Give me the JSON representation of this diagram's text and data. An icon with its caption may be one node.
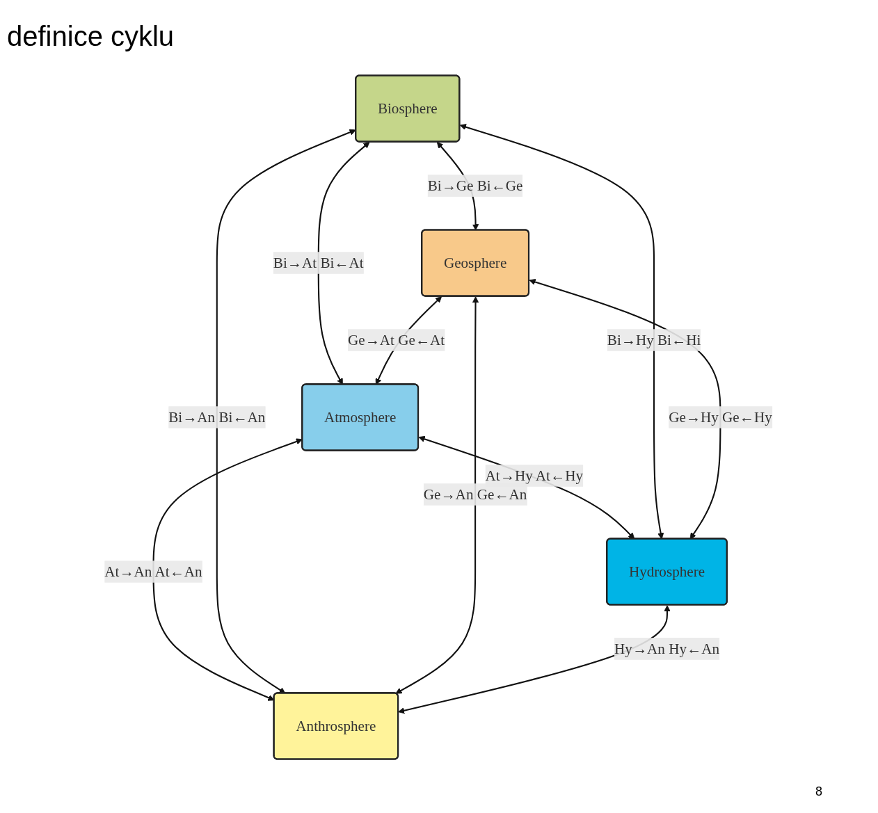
{
  "diagram": {
    "title": "definice cyklu",
    "nodes": [
      {
        "text": [
          "Atmosphere"
        ]
      },
      {
        "text": [
          "Biosphere"
        ]
      },
      {
        "text": [
          "Anthrosphere"
        ]
      },
      {
        "text": [
          "Geosphere"
        ]
      },
      {
        "text": [
          "Hydrosphere"
        ]
      }
    ],
    "edges": [
      {
        "from": 1,
        "to": 0,
        "arrow": "both",
        "label": "Bi→At Bi←At"
      },
      {
        "from": 0,
        "to": 2,
        "arrow": "both",
        "label": "At→An At←An"
      },
      {
        "from": 1,
        "to": 2,
        "arrow": "both",
        "label": "Bi→An Bi←An"
      },
      {
        "from": 3,
        "to": 0,
        "arrow": "both",
        "label": "Ge→At Ge←At"
      },
      {
        "from": 0,
        "to": 4,
        "arrow": "both",
        "label": "At→Hy At←Hy"
      },
      {
        "from": 1,
        "to": 3,
        "arrow": "both",
        "label": "Bi→Ge Bi←Ge"
      },
      {
        "from": 1,
        "to": 4,
        "arrow": "both",
        "label": "Bi→Hy Bi←Hi"
      },
      {
        "from": 3,
        "to": 2,
        "arrow": "both",
        "label": "Ge→An Ge←An"
      },
      {
        "from": 4,
        "to": 2,
        "arrow": "both",
        "label": "Hy→An Hy←An"
      },
      {
        "from": 3,
        "to": 4,
        "arrow": "both",
        "label": "Ge→Hy Ge←Hy"
      }
    ],
    "labels": [
      "8"
    ]
  }
}
